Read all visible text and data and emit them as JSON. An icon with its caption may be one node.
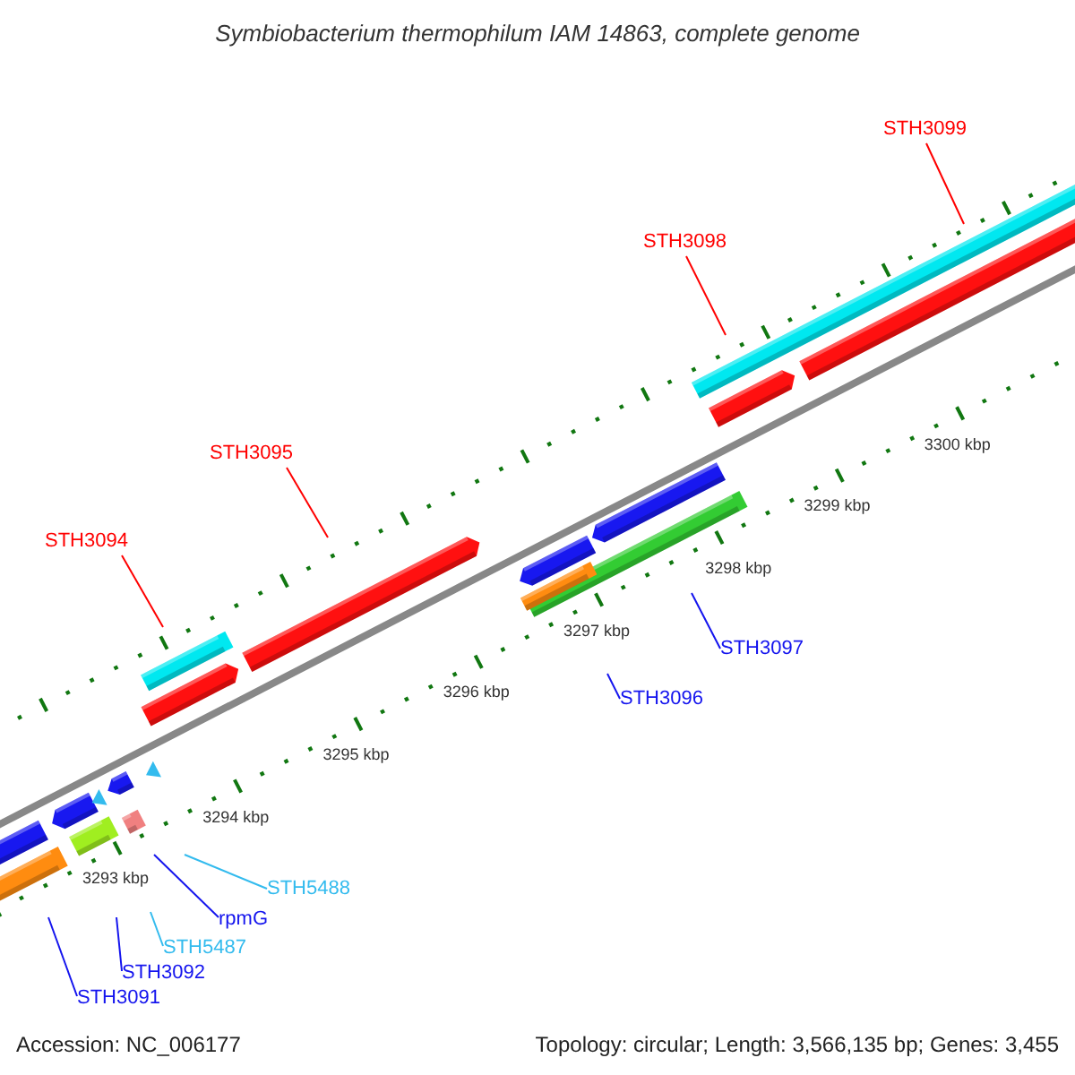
{
  "diagram": {
    "title": "Symbiobacterium thermophilum IAM 14863, complete genome",
    "nodes": [
      {
        "text": [
          "STH3099"
        ]
      },
      {
        "text": [
          "STH3098"
        ]
      },
      {
        "text": [
          "STH3095"
        ]
      },
      {
        "text": [
          "STH3094"
        ]
      },
      {
        "text": [
          "STH3097"
        ]
      },
      {
        "text": [
          "STH3096"
        ]
      },
      {
        "text": [
          "STH5488"
        ]
      },
      {
        "text": [
          "rpmG"
        ]
      },
      {
        "text": [
          "STH5487"
        ]
      },
      {
        "text": [
          "STH3092"
        ]
      },
      {
        "text": [
          "STH3091"
        ]
      }
    ],
    "edges": [
      {
        "from": 0,
        "to": null,
        "arrow": "none",
        "color": "#ff0000"
      },
      {
        "from": 1,
        "to": null,
        "arrow": "none",
        "color": "#ff0000"
      },
      {
        "from": 2,
        "to": null,
        "arrow": "none",
        "color": "#ff0000"
      },
      {
        "from": 3,
        "to": null,
        "arrow": "none",
        "color": "#ff0000"
      },
      {
        "from": 4,
        "to": null,
        "arrow": "none"
      },
      {
        "from": 5,
        "to": null,
        "arrow": "none"
      },
      {
        "from": 6,
        "to": null,
        "arrow": "none",
        "color": "#33bbee"
      },
      {
        "from": 7,
        "to": null,
        "arrow": "none"
      },
      {
        "from": 8,
        "to": null,
        "arrow": "none",
        "color": "#33bbee"
      },
      {
        "from": 9,
        "to": null,
        "arrow": "none"
      },
      {
        "from": 10,
        "to": null,
        "arrow": "none"
      }
    ],
    "labels": [
      "3300 kbp",
      "3299 kbp",
      "3298 kbp",
      "3297 kbp",
      "3296 kbp",
      "3295 kbp",
      "3294 kbp",
      "3293 kbp",
      "Accession: NC_006177",
      "Topology: circular; Length: 3,566,135 bp; Genes: 3,455"
    ]
  }
}
